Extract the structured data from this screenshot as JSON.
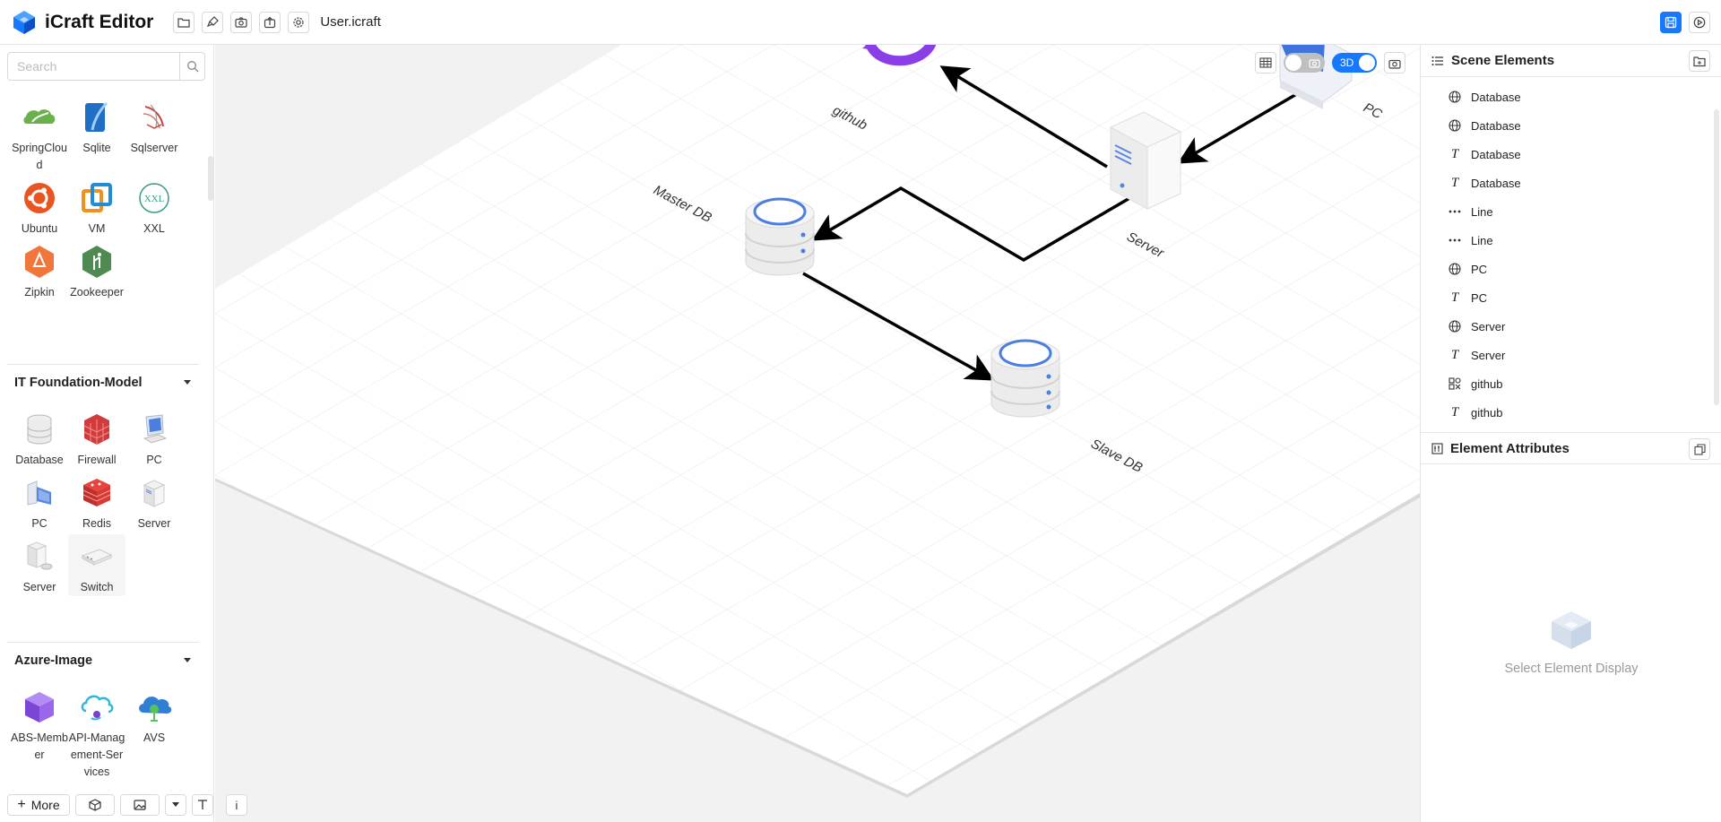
{
  "app": {
    "title": "iCraft Editor",
    "file_name": "User.icraft"
  },
  "sidebar": {
    "search_placeholder": "Search",
    "top_items": [
      {
        "label": "SpringCloud",
        "icon": "springcloud-icon"
      },
      {
        "label": "Sqlite",
        "icon": "sqlite-icon"
      },
      {
        "label": "Sqlserver",
        "icon": "sqlserver-icon"
      },
      {
        "label": "Ubuntu",
        "icon": "ubuntu-icon"
      },
      {
        "label": "VM",
        "icon": "vm-icon"
      },
      {
        "label": "XXL",
        "icon": "xxl-icon"
      },
      {
        "label": "Zipkin",
        "icon": "zipkin-icon"
      },
      {
        "label": "Zookeeper",
        "icon": "zookeeper-icon"
      }
    ],
    "sections": [
      {
        "title": "IT Foundation-Model",
        "items": [
          {
            "label": "Database",
            "icon": "database-icon"
          },
          {
            "label": "Firewall",
            "icon": "firewall-icon"
          },
          {
            "label": "PC",
            "icon": "pc-icon"
          },
          {
            "label": "PC",
            "icon": "pc-icon"
          },
          {
            "label": "Redis",
            "icon": "redis-icon"
          },
          {
            "label": "Server",
            "icon": "server-icon"
          },
          {
            "label": "Server",
            "icon": "server-icon"
          },
          {
            "label": "Switch",
            "icon": "switch-icon"
          }
        ]
      },
      {
        "title": "Azure-Image",
        "items": [
          {
            "label": "ABS-Member",
            "icon": "abs-member-icon"
          },
          {
            "label": "API-Management-Services",
            "icon": "api-management-icon"
          },
          {
            "label": "AVS",
            "icon": "avs-icon"
          }
        ]
      }
    ],
    "bottom": {
      "more_label": "More"
    }
  },
  "canvas": {
    "labels": {
      "github": "github",
      "master": "Master DB",
      "server": "Server",
      "slave": "Slave DB",
      "pc": "PC"
    },
    "controls": {
      "mode_label": "3D",
      "grid_toggle": "off",
      "mode_toggle": "on"
    },
    "info_label": "i"
  },
  "scene_elements": {
    "title": "Scene Elements",
    "items": [
      {
        "icon": "globe-icon",
        "label": "Database"
      },
      {
        "icon": "globe-icon",
        "label": "Database"
      },
      {
        "icon": "text-icon",
        "label": "Database"
      },
      {
        "icon": "text-icon",
        "label": "Database"
      },
      {
        "icon": "line-icon",
        "label": "Line"
      },
      {
        "icon": "line-icon",
        "label": "Line"
      },
      {
        "icon": "globe-icon",
        "label": "PC"
      },
      {
        "icon": "text-icon",
        "label": "PC"
      },
      {
        "icon": "globe-icon",
        "label": "Server"
      },
      {
        "icon": "text-icon",
        "label": "Server"
      },
      {
        "icon": "image-icon",
        "label": "github"
      },
      {
        "icon": "text-icon",
        "label": "github"
      }
    ]
  },
  "element_attributes": {
    "title": "Element Attributes",
    "empty_text": "Select Element Display"
  },
  "colors": {
    "accent": "#1677ff",
    "db_ring": "#4a7fe0",
    "github": "#8a3ee6"
  }
}
